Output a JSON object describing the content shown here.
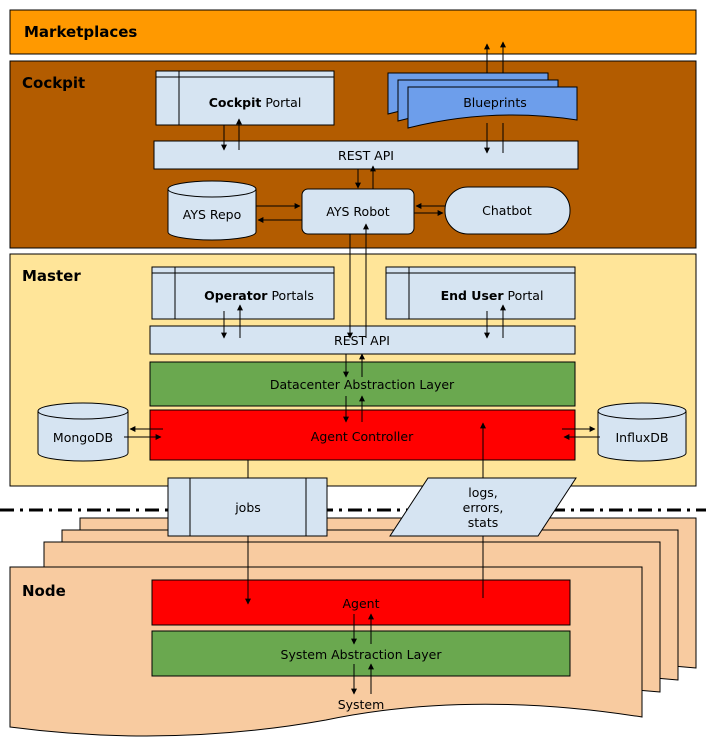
{
  "colors": {
    "marketplaces_fill": "#ff9900",
    "cockpit_fill": "#b35c00",
    "master_fill": "#ffe599",
    "node_fill": "#f8cba0",
    "light_box_fill": "#d6e4f2",
    "blueprints_fill": "#6d9eeb",
    "green_layer_fill": "#6aa84f",
    "red_layer_fill": "#ff0000"
  },
  "marketplaces": {
    "title": "Marketplaces"
  },
  "cockpit": {
    "title": "Cockpit",
    "portal_bold": "Cockpit",
    "portal_rest": " Portal",
    "blueprints": "Blueprints",
    "rest_api": "REST API",
    "ays_repo": "AYS Repo",
    "ays_robot": "AYS Robot",
    "chatbot": "Chatbot"
  },
  "master": {
    "title": "Master",
    "operator_bold": "Operator",
    "operator_rest": " Portals",
    "enduser_bold": "End User",
    "enduser_rest": " Portal",
    "rest_api": "REST API",
    "datacenter_layer": "Datacenter Abstraction Layer",
    "agent_controller": "Agent Controller",
    "mongodb": "MongoDB",
    "influxdb": "InfluxDB"
  },
  "channels": {
    "jobs": "jobs",
    "logs_line1": "logs,",
    "logs_line2": "errors,",
    "logs_line3": "stats"
  },
  "node": {
    "title": "Node",
    "agent": "Agent",
    "system_layer": "System Abstraction Layer",
    "system": "System"
  }
}
